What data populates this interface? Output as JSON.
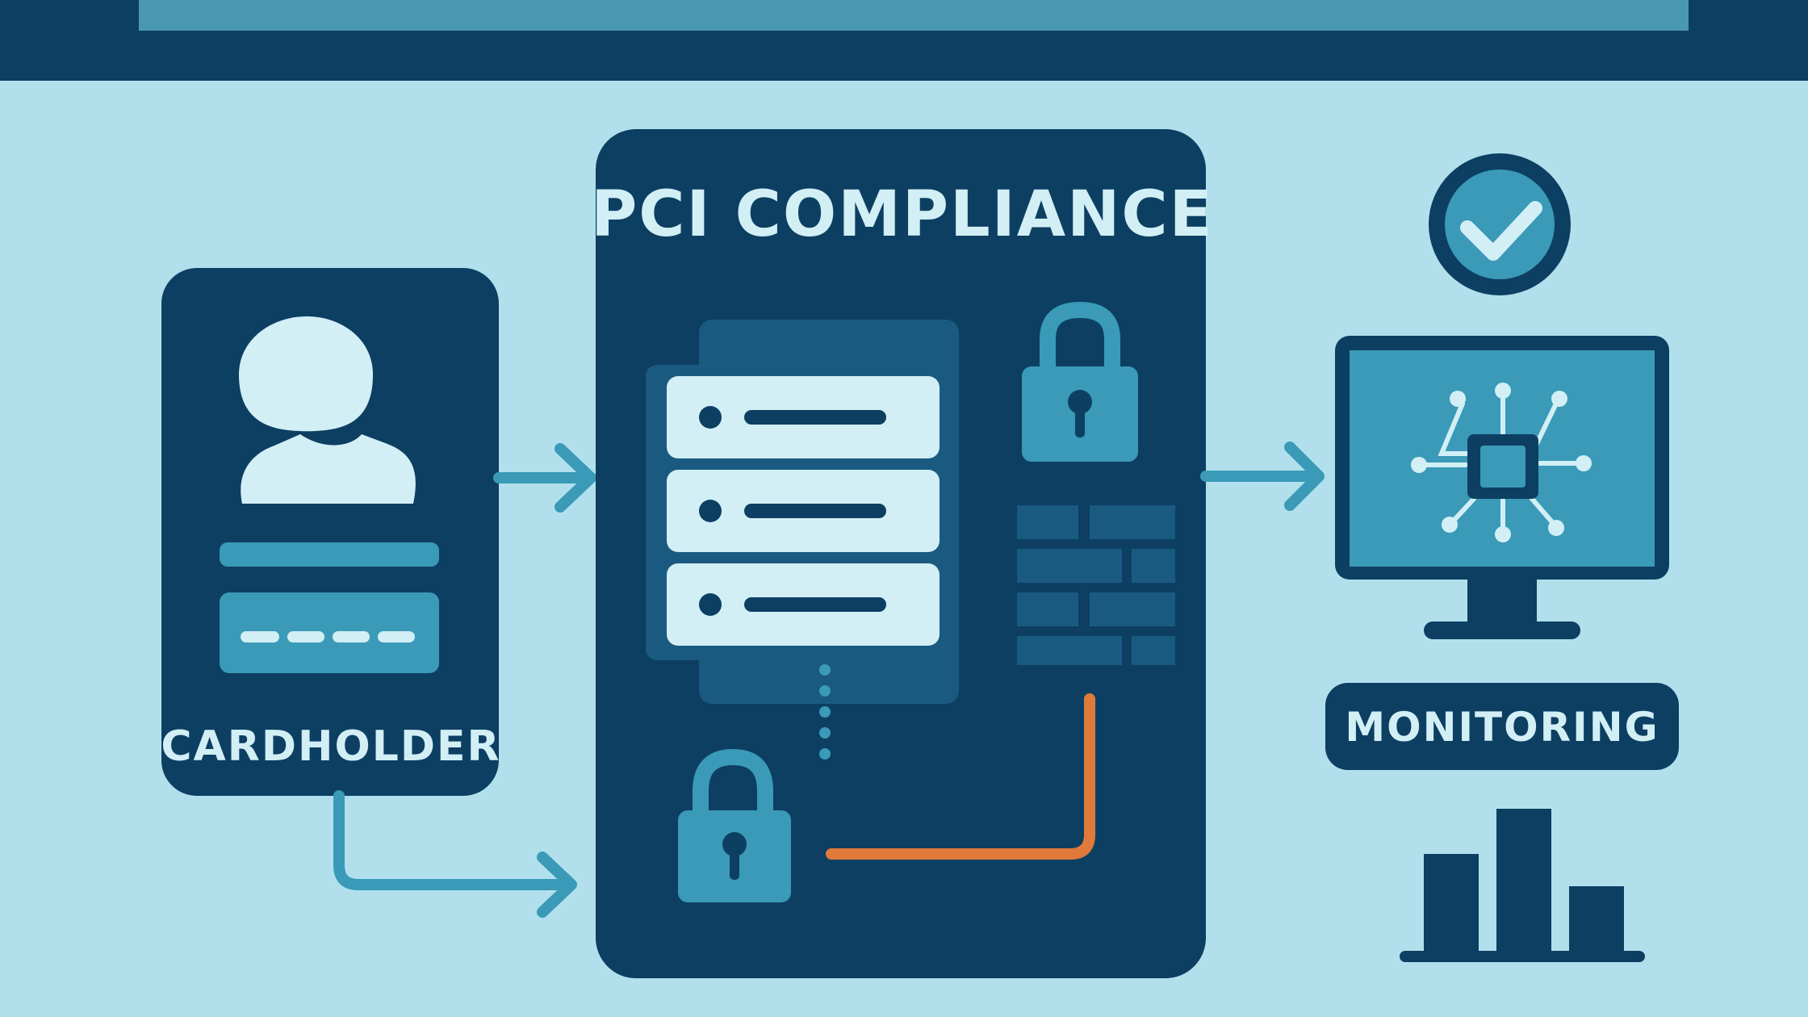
{
  "diagram": {
    "center_panel": {
      "title": "PCI COMPLIANCE"
    },
    "cardholder_card": {
      "label": "CARDHOLDER"
    },
    "monitoring": {
      "label": "MONITORING"
    }
  },
  "colors": {
    "background": "#b1e0ec",
    "navy": "#0d3f63",
    "teal": "#3a9ab8",
    "teal_light": "#4aa9c6",
    "pale": "#d2eff5",
    "orange": "#e07a3a",
    "banner_stripe": "#4a97b2"
  },
  "chart_data": {
    "type": "bar",
    "categories": [
      "",
      "",
      ""
    ],
    "values": [
      3,
      4.4,
      2
    ],
    "ylim": [
      0,
      4.6
    ]
  }
}
